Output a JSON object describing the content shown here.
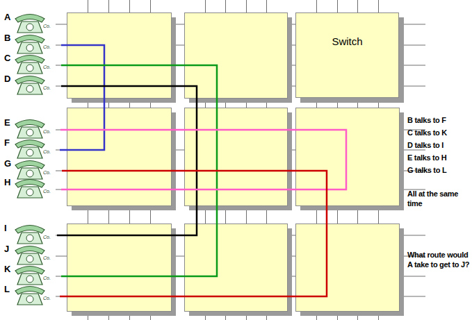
{
  "diagram": {
    "nodes": [
      {
        "text": [
          "A",
          "Co."
        ]
      },
      {
        "text": [
          "B",
          "Co."
        ]
      },
      {
        "text": [
          "C",
          "Co."
        ]
      },
      {
        "text": [
          "D",
          "Co."
        ]
      },
      {
        "text": [
          "E",
          "Co."
        ]
      },
      {
        "text": [
          "F",
          "Co."
        ]
      },
      {
        "text": [
          "G",
          "Co."
        ]
      },
      {
        "text": [
          "H",
          "Co."
        ]
      },
      {
        "text": [
          "I",
          "Co."
        ]
      },
      {
        "text": [
          "J",
          "Co."
        ]
      },
      {
        "text": [
          "K",
          "Co."
        ]
      },
      {
        "text": [
          "L",
          "Co."
        ]
      },
      {
        "text": [
          "Switch"
        ]
      }
    ],
    "edges": [
      {
        "from": 1,
        "to": 5,
        "arrow": "none"
      },
      {
        "from": 2,
        "to": 10,
        "arrow": "none"
      },
      {
        "from": 3,
        "to": 8,
        "arrow": "none"
      },
      {
        "from": 4,
        "to": 7,
        "arrow": "none"
      },
      {
        "from": 6,
        "to": 11,
        "arrow": "none"
      }
    ],
    "labels": [
      "B talks to F",
      "C talks to K",
      "D talks to I",
      "E talks to H",
      "G talks to L",
      "All at the same time",
      "What route would A take to get to J?"
    ]
  }
}
